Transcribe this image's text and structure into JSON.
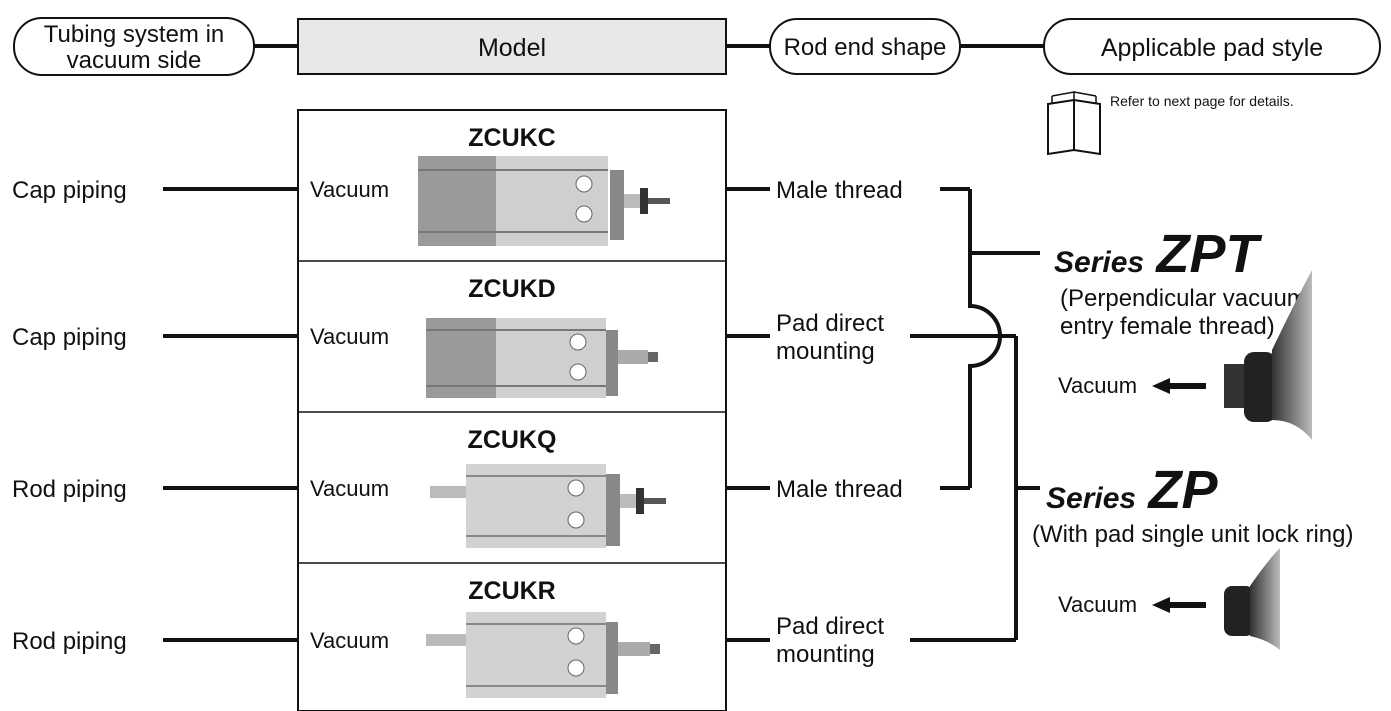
{
  "header": {
    "tubing_line1": "Tubing system in",
    "tubing_line2": "vacuum side",
    "model": "Model",
    "rod_end": "Rod end shape",
    "pad_style": "Applicable pad style"
  },
  "note": "Refer to next page for details.",
  "rows": [
    {
      "piping": "Cap piping",
      "model": "ZCUKC",
      "vacuum": "Vacuum",
      "rod_end_lines": [
        "Male thread"
      ]
    },
    {
      "piping": "Cap piping",
      "model": "ZCUKD",
      "vacuum": "Vacuum",
      "rod_end_lines": [
        "Pad direct",
        "mounting"
      ]
    },
    {
      "piping": "Rod piping",
      "model": "ZCUKQ",
      "vacuum": "Vacuum",
      "rod_end_lines": [
        "Male thread"
      ]
    },
    {
      "piping": "Rod piping",
      "model": "ZCUKR",
      "vacuum": "Vacuum",
      "rod_end_lines": [
        "Pad direct",
        "mounting"
      ]
    }
  ],
  "series": [
    {
      "word": "Series",
      "code": "ZPT",
      "desc_line1": "(Perpendicular vacuum",
      "desc_line2": "entry female thread)",
      "vacuum": "Vacuum"
    },
    {
      "word": "Series",
      "code": "ZP",
      "desc_line1": "(With pad single unit lock ring)",
      "desc_line2": "",
      "vacuum": "Vacuum"
    }
  ],
  "colors": {
    "line": "#111111",
    "header_fill": "#e8e8e8",
    "cylinder_body": "#c9c9c9",
    "cylinder_dark": "#8c8c8c"
  },
  "icons": [
    "book-icon",
    "arrow-left-icon",
    "vacuum-pad-icon",
    "cylinder-icon"
  ]
}
